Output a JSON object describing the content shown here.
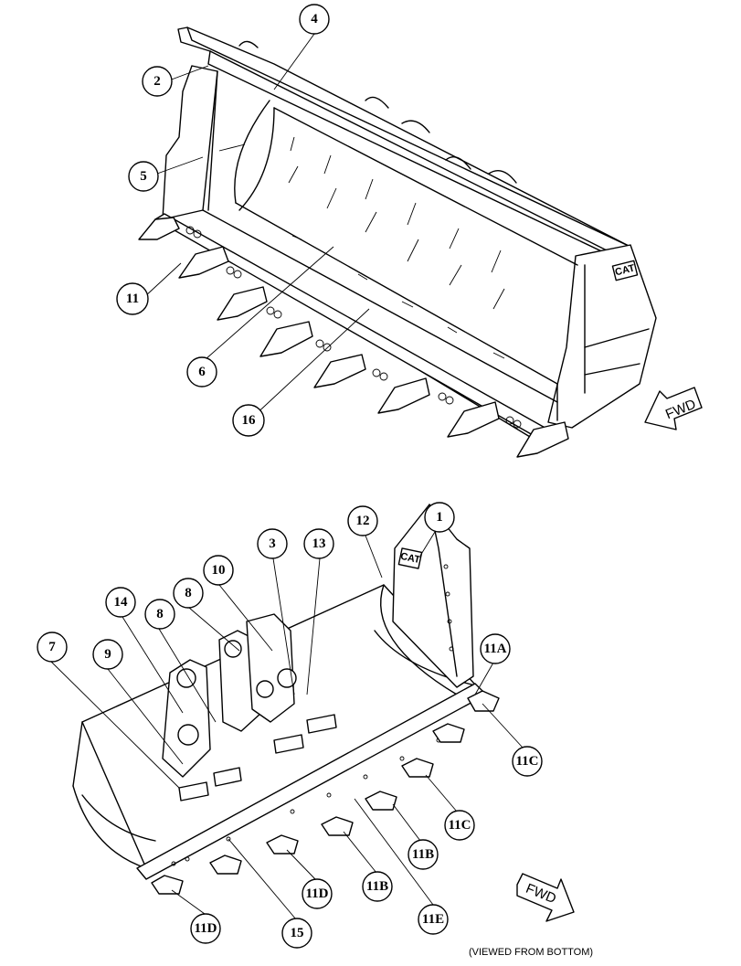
{
  "top_view": {
    "callouts": [
      "4",
      "2",
      "5",
      "11",
      "6",
      "16"
    ],
    "direction_label": "FWD",
    "logo": "CAT"
  },
  "bottom_view": {
    "callouts": [
      "1",
      "12",
      "3",
      "13",
      "10",
      "8",
      "14",
      "8",
      "7",
      "9",
      "11A",
      "11C",
      "11C",
      "11B",
      "11D",
      "11B",
      "11D",
      "15",
      "11E"
    ],
    "direction_label": "FWD",
    "caption": "(VIEWED FROM BOTTOM)",
    "logo": "CAT"
  }
}
